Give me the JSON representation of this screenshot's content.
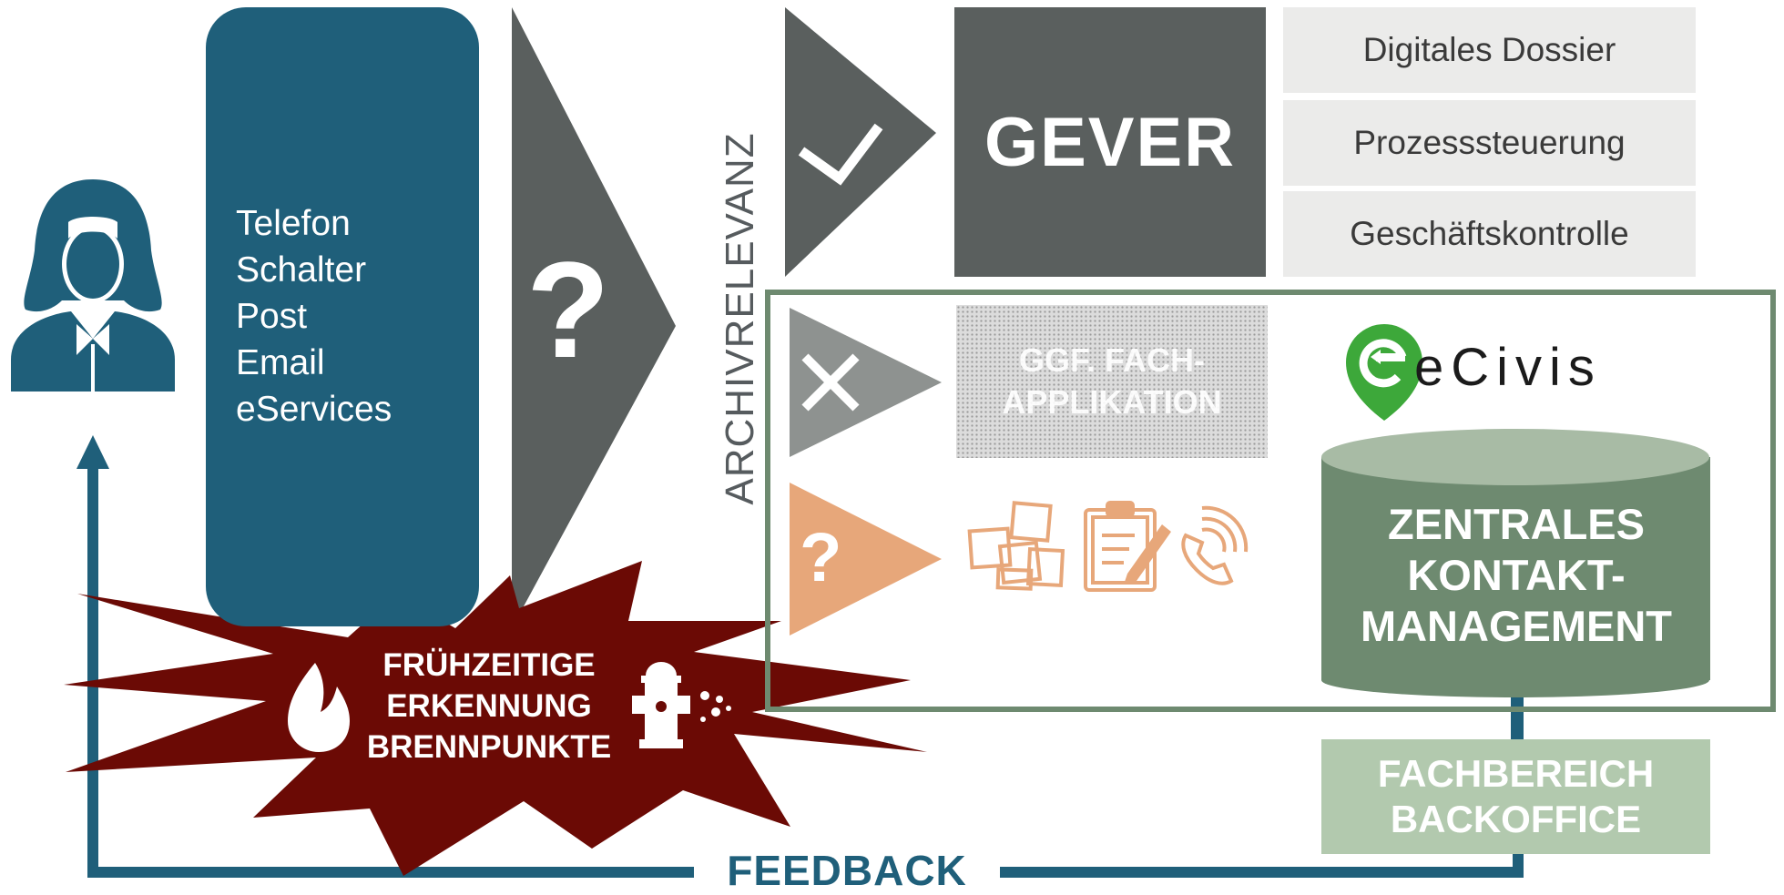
{
  "channels": [
    "Telefon",
    "Schalter",
    "Post",
    "Email",
    "eServices"
  ],
  "question_mark": "?",
  "archiv_label": "ARCHIVRELEVANZ",
  "gever": {
    "title": "GEVER",
    "items": [
      "Digitales Dossier",
      "Prozesssteuerung",
      "Geschäftskontrolle"
    ]
  },
  "fach_app": [
    "GGF. FACH-",
    "APPLIKATION"
  ],
  "ecivis": "eCivis",
  "database_label": [
    "ZENTRALES",
    "KONTAKT-",
    "MANAGEMENT"
  ],
  "backoffice": [
    "FACHBEREICH",
    "BACKOFFICE"
  ],
  "feedback": "FEEDBACK",
  "burst": [
    "FRÜHZEITIGE",
    "ERKENNUNG",
    "BRENNPUNKTE"
  ],
  "colors": {
    "primary_blue": "#1f5f7a",
    "dark_gray": "#5a5f5e",
    "light_gray": "#ebebea",
    "mid_gray": "#8e9290",
    "orange": "#e7a77a",
    "green": "#6e8a70",
    "light_green": "#b2c9ae",
    "burst_red": "#6b0a05",
    "ecivis_green": "#3da83a"
  },
  "icons": [
    "person-icon",
    "checkmark-icon",
    "cross-icon",
    "notes-icon",
    "clipboard-icon",
    "phone-icon",
    "flame-icon",
    "hydrant-icon",
    "ecivis-pin-icon",
    "database-icon"
  ]
}
